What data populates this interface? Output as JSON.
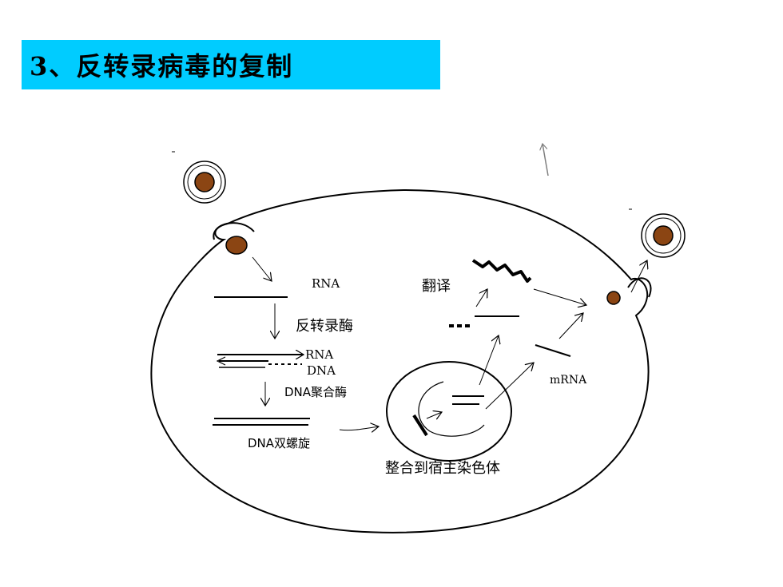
{
  "title": "3、反转录病毒的复制",
  "labels": {
    "rna_top": "RNA",
    "reverse_transcriptase": "反转录酶",
    "rna_hybrid": "RNA",
    "dna_hybrid": "DNA",
    "dna_polymerase": "DNA聚合酶",
    "dna_double_helix": "DNA双螺旋",
    "integration": "整合到宿主染色体",
    "translation": "翻译",
    "mrna": "mRNA"
  },
  "colors": {
    "title_bg": "#00CCFF",
    "virus_core": "#8B4513",
    "line": "#000000",
    "arrow_grey": "#808080"
  }
}
